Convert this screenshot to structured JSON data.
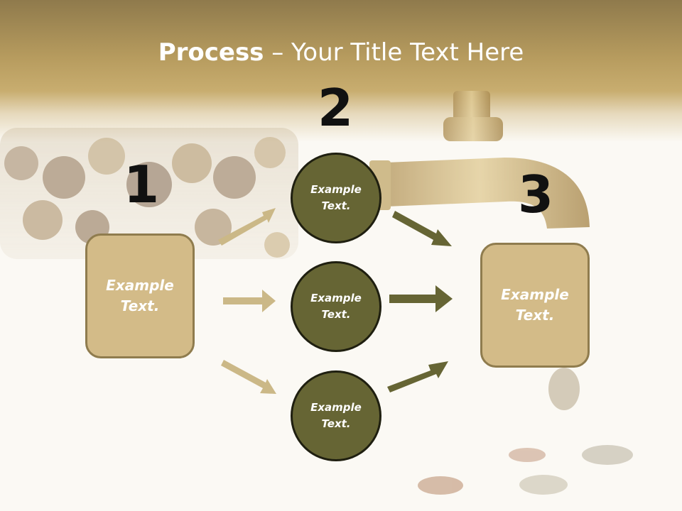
{
  "title": {
    "bold": "Process",
    "rest": " – Your Title Text Here"
  },
  "steps": [
    {
      "number": "1",
      "text": "Example\nText."
    },
    {
      "number": "2",
      "items": [
        "Example\nText.",
        "Example\nText.",
        "Example\nText."
      ]
    },
    {
      "number": "3",
      "text": "Example\nText."
    }
  ],
  "colors": {
    "header": "#b69b5e",
    "box_fill": "#d3bb88",
    "circle_fill": "#666534",
    "arrow_light": "#cbb887",
    "arrow_dark": "#666534"
  }
}
